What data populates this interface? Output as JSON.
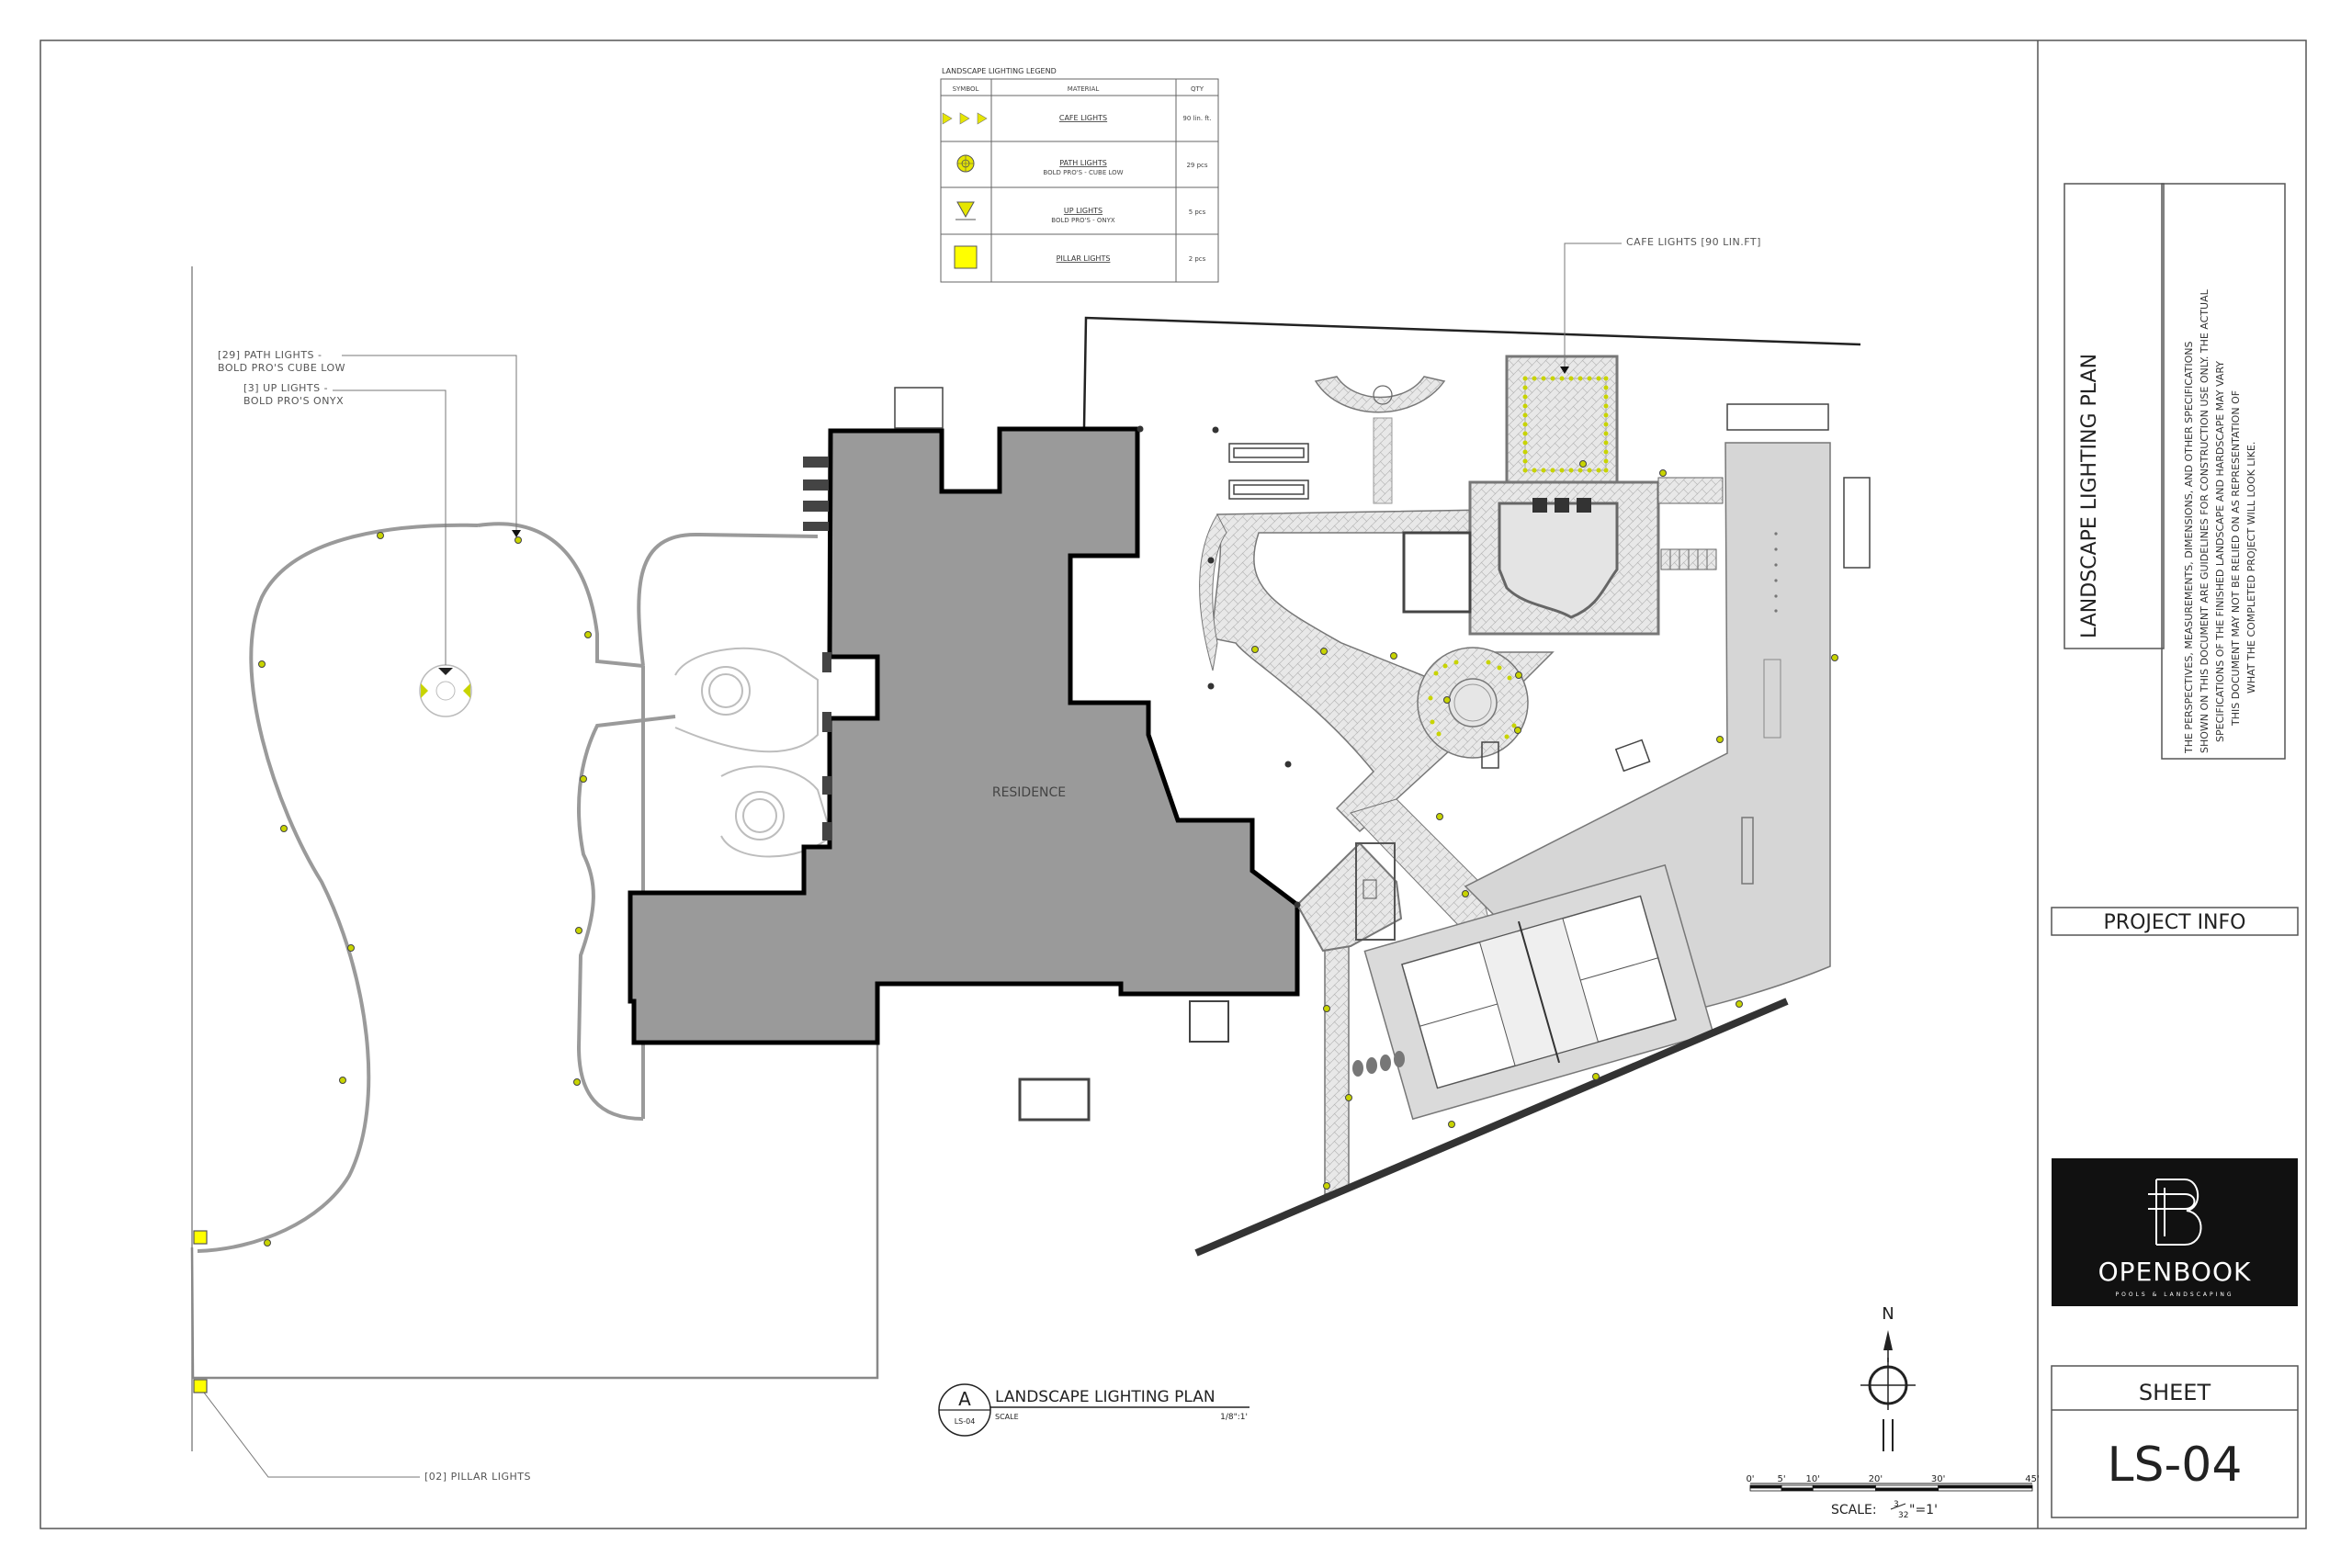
{
  "legend": {
    "title": "LANDSCAPE LIGHTING LEGEND",
    "col_symbol": "SYMBOL",
    "col_material": "MATERIAL",
    "col_qty": "QTY",
    "rows": [
      {
        "material": "CAFE LIGHTS",
        "sub": "",
        "qty": "90 lin. ft."
      },
      {
        "material": "PATH LIGHTS",
        "sub": "BOLD PRO'S - CUBE LOW",
        "qty": "29 pcs"
      },
      {
        "material": "UP LIGHTS",
        "sub": "BOLD PRO'S - ONYX",
        "qty": "5 pcs"
      },
      {
        "material": "PILLAR LIGHTS",
        "sub": "",
        "qty": "2 pcs"
      }
    ]
  },
  "callouts": {
    "path_lights_1": "[29] PATH LIGHTS -",
    "path_lights_2": "BOLD PRO'S CUBE LOW",
    "up_lights_1": "[3] UP LIGHTS -",
    "up_lights_2": "BOLD PRO'S ONYX",
    "cafe_lights": "CAFE LIGHTS [90 LIN.FT]",
    "pillar_lights": "[02] PILLAR LIGHTS"
  },
  "plan": {
    "residence_label": "RESIDENCE"
  },
  "title_block": {
    "plan_title": "LANDSCAPE LIGHTING PLAN",
    "disclaimer": [
      "THE PERSPECTIVES, MEASUREMENTS, DIMENSIONS, AND OTHER SPECIFICATIONS",
      "SHOWN ON THIS DOCUMENT ARE GUIDELINES FOR CONSTRUCTION USE ONLY. THE ACTUAL",
      "SPECIFICATIONS OF THE FINISHED LANDSCAPE AND HARDSCAPE MAY VARY",
      "THIS DOCUMENT MAY NOT BE RELIED ON AS REPRESENTATION OF",
      "WHAT THE COMPLETED PROJECT  WILL LOOK LIKE."
    ],
    "project_info": "PROJECT INFO",
    "logo_name": "OPENBOOK",
    "logo_sub": "POOLS & LANDSCAPING",
    "sheet_label": "SHEET",
    "sheet_number": "LS-04"
  },
  "drawing_title": {
    "letter": "A",
    "sheet_ref": "LS-04",
    "title": "LANDSCAPE LIGHTING PLAN",
    "scale_word": "SCALE",
    "scale_value": "1/8\":1'"
  },
  "north": {
    "label": "N"
  },
  "scale_bar": {
    "ticks": [
      "0'",
      "5'",
      "10'",
      "20'",
      "30'",
      "45'"
    ],
    "tick_values": [
      0,
      5,
      10,
      20,
      30,
      45
    ],
    "scale_text": "SCALE:",
    "scale_num": "3",
    "scale_den": "32",
    "scale_rest": "\"=1'"
  },
  "colors": {
    "building": "#9a9a9a",
    "paving": "#d6d6d6",
    "light": "#c8d400",
    "pillar": "#ffff00",
    "logo_bg": "#111111"
  }
}
